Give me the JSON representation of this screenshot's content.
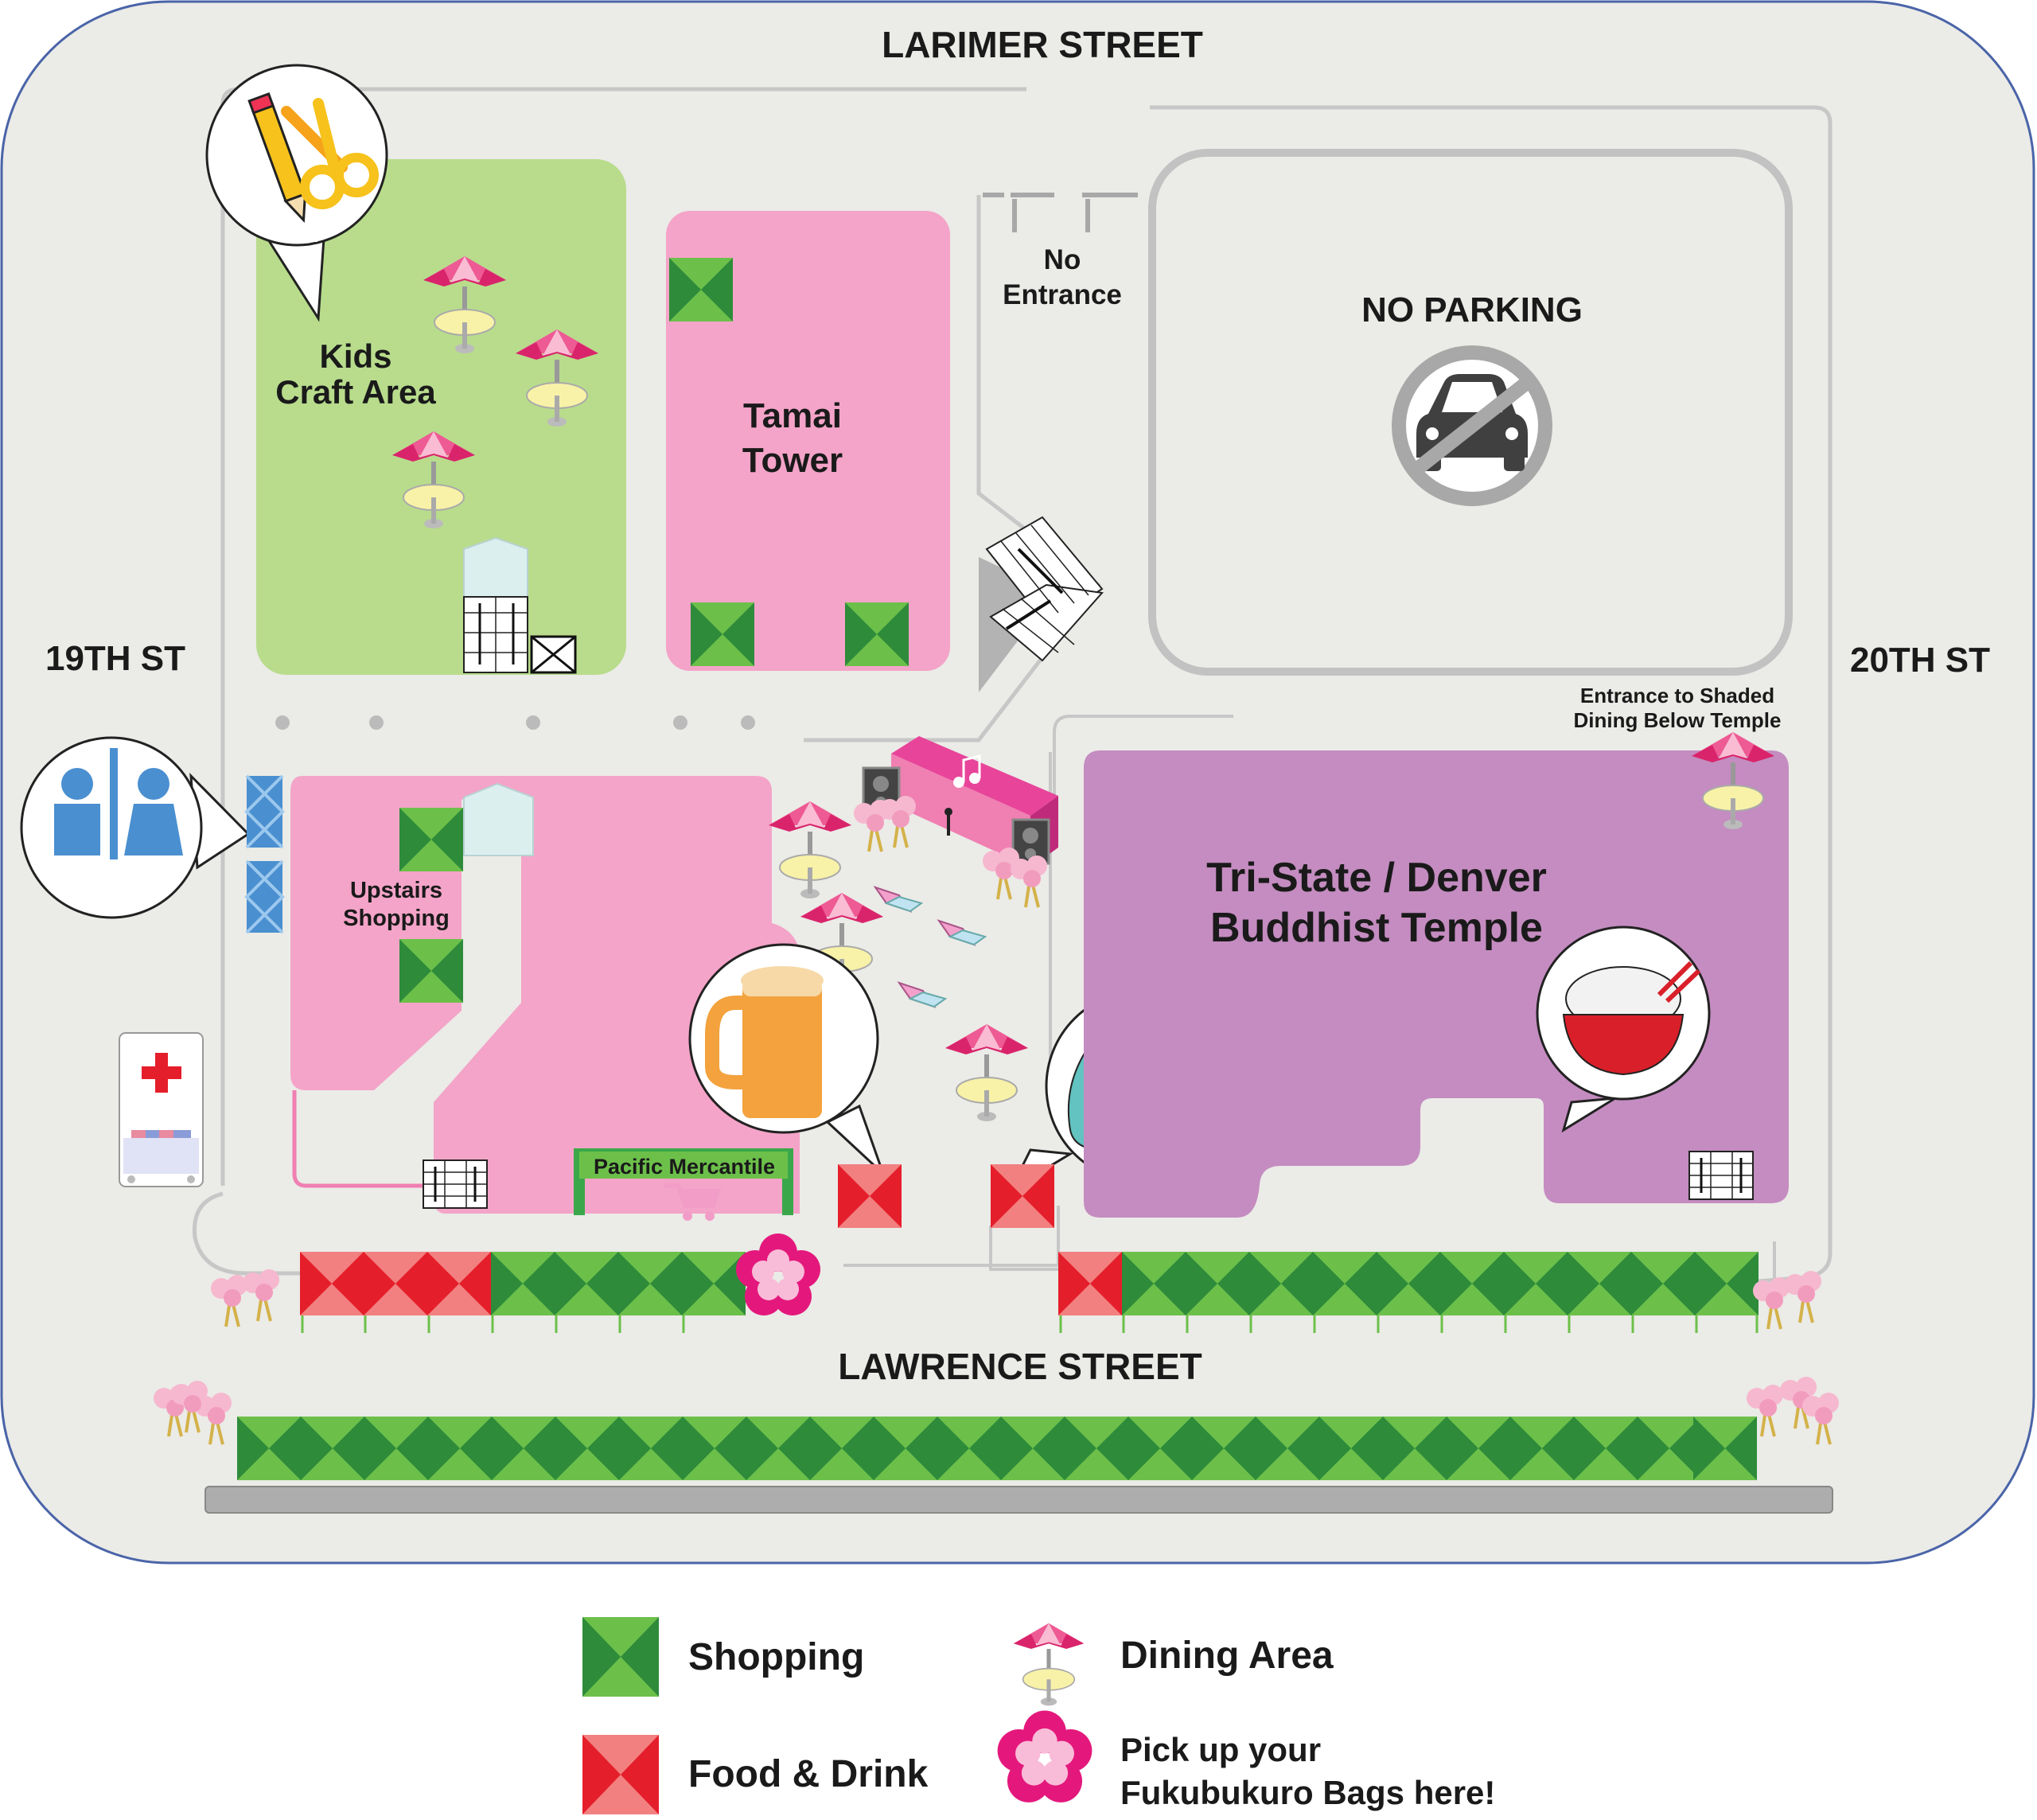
{
  "streets": {
    "north": "LARIMER STREET",
    "south": "LAWRENCE STREET",
    "west": "19TH ST",
    "east": "20TH ST"
  },
  "areas": {
    "kids_craft": [
      "Kids",
      "Craft Area"
    ],
    "tamai_tower": [
      "Tamai",
      "Tower"
    ],
    "no_entrance": [
      "No",
      "Entrance"
    ],
    "no_parking": "NO PARKING",
    "upstairs_shopping": [
      "Upstairs",
      "Shopping"
    ],
    "temple": [
      "Tri-State / Denver",
      "Buddhist Temple"
    ],
    "shaded_dining": [
      "Entrance to Shaded",
      "Dining Below Temple"
    ],
    "pacific_mercantile": "Pacific Mercantile"
  },
  "legend": {
    "shopping": "Shopping",
    "food_drink": "Food & Drink",
    "dining_area": "Dining Area",
    "fukubukuro": [
      "Pick up your",
      "Fukubukuro Bags here!"
    ]
  },
  "colors": {
    "shopping_dark": "#2e8b3a",
    "shopping_light": "#6cc04a",
    "food_dark": "#e51e2b",
    "food_light": "#f28080",
    "pink_building": "#f4a4c8",
    "kids_green": "#b8dc8c",
    "temple_purple": "#c48cc0",
    "ground": "#ebebe7",
    "blossom": "#e4187c"
  },
  "icons": [
    "pencil-icon",
    "scissors-icon",
    "restroom-icon",
    "first-aid-icon",
    "beer-icon",
    "sake-icon",
    "rice-bowl-icon",
    "no-parking-icon",
    "music-note-icon",
    "speaker-icon",
    "stairs-icon",
    "elevator-icon",
    "shopping-cart-icon",
    "sakura-flower-icon",
    "umbrella-table-icon"
  ]
}
